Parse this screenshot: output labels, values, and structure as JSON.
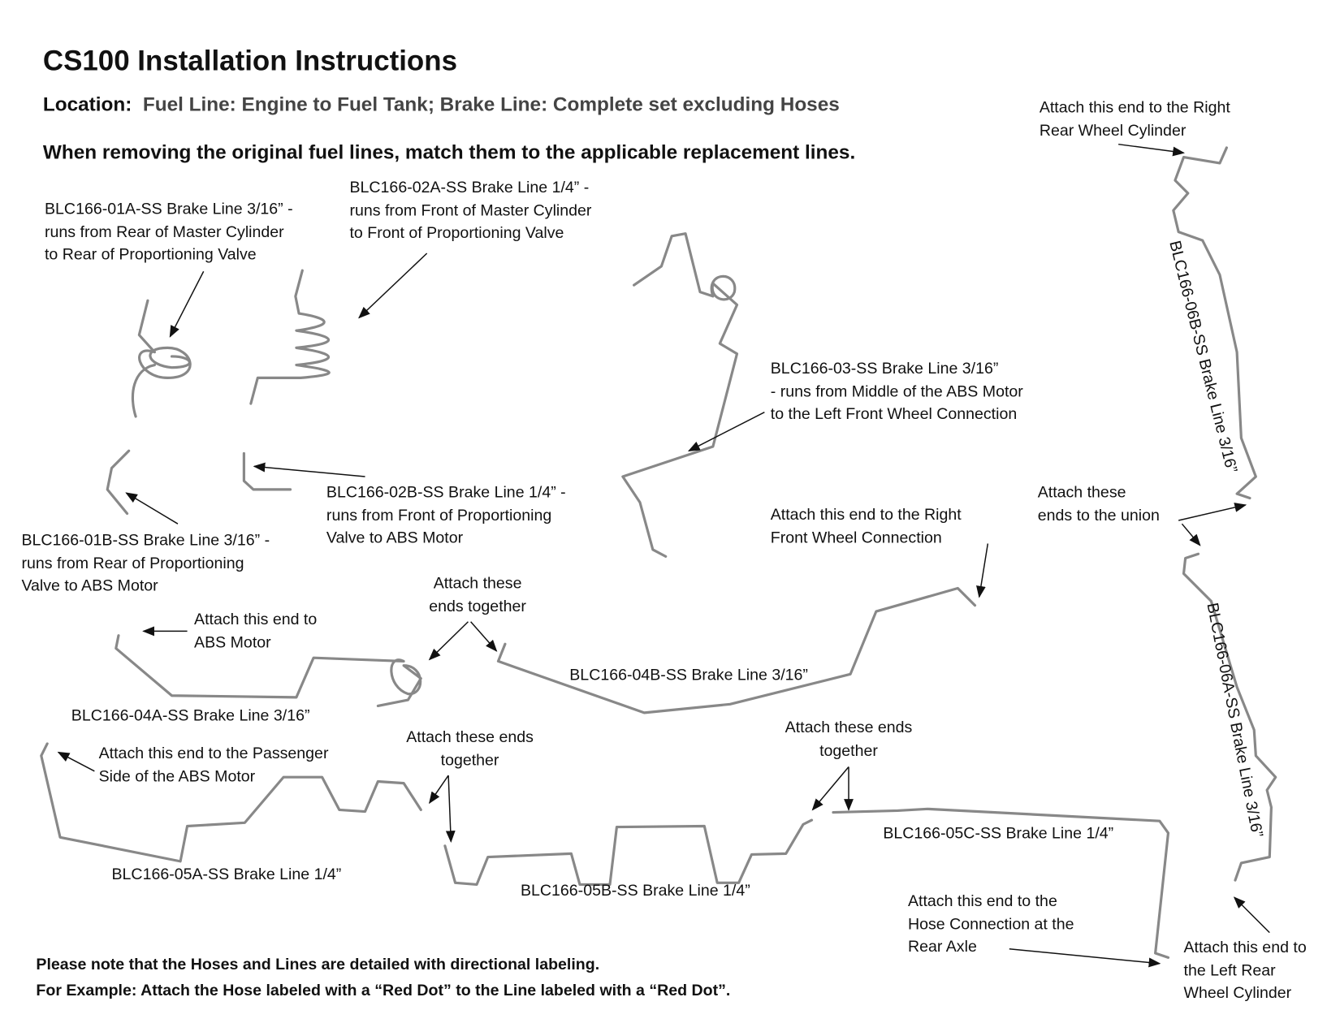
{
  "title": "CS100 Installation Instructions",
  "location": {
    "label": "Location:",
    "value": "Fuel Line: Engine to Fuel Tank; Brake Line: Complete set excluding Hoses"
  },
  "instruction": "When removing the original fuel lines, match them to the applicable replacement lines.",
  "labels": {
    "l01a": [
      "BLC166-01A-SS Brake Line 3/16” -",
      "runs from Rear of Master Cylinder",
      "to Rear of Proportioning Valve"
    ],
    "l02a": [
      "BLC166-02A-SS Brake Line 1/4” -",
      "runs from Front of Master Cylinder",
      "to Front of Proportioning Valve"
    ],
    "l03": [
      "BLC166-03-SS Brake Line 3/16”",
      "- runs from Middle of the ABS Motor",
      "to the Left Front Wheel Connection"
    ],
    "l02b": [
      "BLC166-02B-SS Brake Line 1/4” -",
      "runs from Front of Proportioning",
      "Valve to ABS Motor"
    ],
    "l01b": [
      "BLC166-01B-SS Brake Line 3/16” -",
      "runs from Rear of Proportioning",
      "Valve to ABS Motor"
    ],
    "right_front": [
      "Attach this end to the Right",
      "Front Wheel Connection"
    ],
    "union": [
      "Attach these",
      "ends to the union"
    ],
    "right_rear": [
      "Attach this end to the Right",
      "Rear Wheel Cylinder"
    ],
    "together1": [
      "Attach these",
      "ends together"
    ],
    "abs_motor": [
      "Attach this end to",
      "ABS Motor"
    ],
    "l04b": "BLC166-04B-SS Brake Line 3/16”",
    "l04a": "BLC166-04A-SS Brake Line 3/16”",
    "passenger": [
      "Attach this end to the Passenger",
      "Side of the ABS Motor"
    ],
    "together2": [
      "Attach these ends",
      "together"
    ],
    "together3": [
      "Attach these ends",
      "together"
    ],
    "l05c": "BLC166-05C-SS Brake Line 1/4”",
    "l05a": "BLC166-05A-SS Brake Line 1/4”",
    "l05b": "BLC166-05B-SS Brake Line 1/4”",
    "rear_axle": [
      "Attach this end to the",
      "Hose Connection at the",
      "Rear Axle"
    ],
    "left_rear": [
      "Attach this end to",
      "the Left Rear",
      "Wheel Cylinder"
    ],
    "l06b": "BLC166-06B-SS Brake Line 3/16”",
    "l06a": "BLC166-06A-SS Brake Line 3/16”"
  },
  "footer": [
    "Please note that the Hoses and Lines are detailed with directional labeling.",
    "For Example: Attach the Hose labeled with a “Red Dot” to the Line labeled with a “Red Dot”."
  ]
}
